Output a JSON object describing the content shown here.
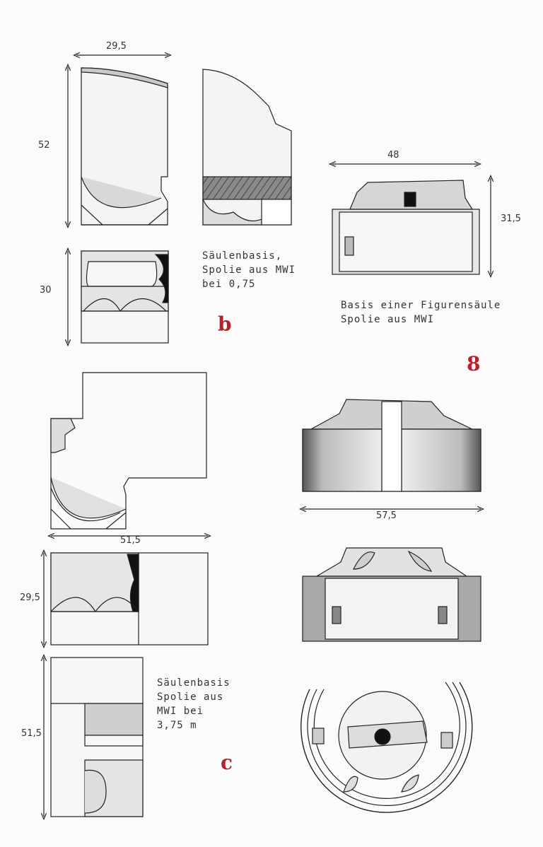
{
  "drawing_b": {
    "width_top": "29,5",
    "height_upper": "52",
    "height_lower": "30",
    "note_lines": [
      "Säulenbasis,",
      "Spolie aus MWI",
      "bei 0,75"
    ],
    "label": "b"
  },
  "drawing_c": {
    "width_plan": "51,5",
    "height_mid": "29,5",
    "height_bottom": "51,5",
    "note_lines": [
      "Säulenbasis",
      "Spolie aus",
      "MWI bei",
      "3,75 m"
    ],
    "label": "c"
  },
  "drawing_8": {
    "width_top": "48",
    "height_right": "31,5",
    "width_section": "57,5",
    "note_lines": [
      "Basis einer Figurensäule",
      "Spolie aus MWI"
    ],
    "label": "8"
  },
  "colors": {
    "label_red": "#b8202a",
    "ink": "#222222",
    "shade": "#9a9a9a"
  }
}
